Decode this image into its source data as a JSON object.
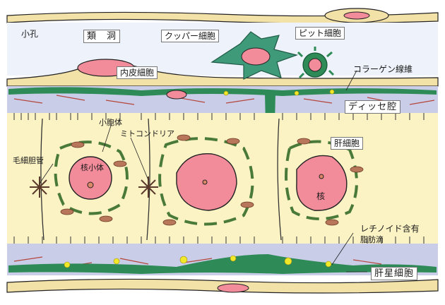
{
  "labels": {
    "pore": "小孔",
    "sinusoid": "類　洞",
    "kupffer_cell": "クッパー細胞",
    "pit_cell": "ピット細胞",
    "endothelial_cell": "内皮細胞",
    "collagen_fiber": "コラーゲン線維",
    "space_of_disse": "ディッセ腔",
    "microbody": "小胞体",
    "mitochondria": "ミトコンドリア",
    "bile_canaliculus": "毛細胆管",
    "nucleolus": "核小体",
    "hepatocyte": "肝細胞",
    "nucleus": "核",
    "retinoid_lipid_droplet_line1": "レチノイド含有",
    "retinoid_lipid_droplet_line2": "脂肪滴",
    "stellate_cell": "肝星細胞"
  },
  "colors": {
    "endothelium": "#f3e2a8",
    "disse": "#c9cde8",
    "hepatocyte": "#fbf3c4",
    "nucleus": "#f28b9a",
    "mitochondria": "#4a7a3a",
    "organelle": "#b8765a",
    "stellate": "#2e8b57",
    "lipid": "#f2e82a",
    "fiber": "#b5463c"
  }
}
